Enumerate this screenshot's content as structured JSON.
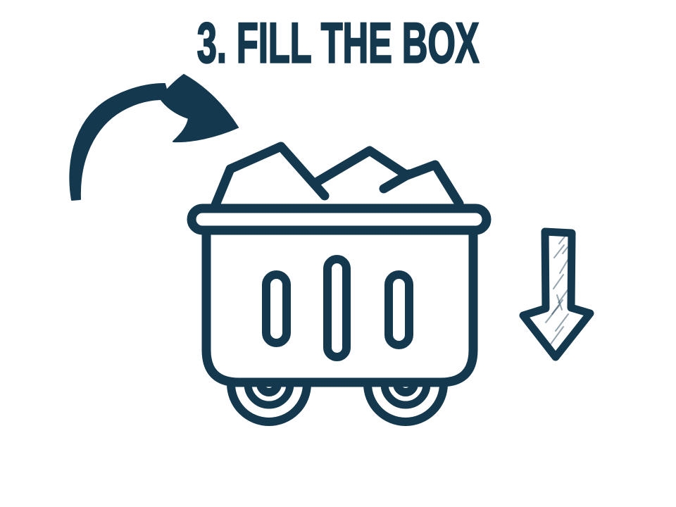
{
  "theme": {
    "ink": "#14384e",
    "background": "#ffffff"
  },
  "title": {
    "text": "3. FILL THE BOX"
  },
  "illustration": {
    "icons": [
      {
        "name": "curved-arrow-icon",
        "role": "points from upper left toward the cart"
      },
      {
        "name": "mine-cart-full-of-rocks-icon",
        "role": "box filled with material"
      },
      {
        "name": "down-arrow-icon",
        "role": "sketchy outlined arrow pointing down"
      }
    ]
  }
}
